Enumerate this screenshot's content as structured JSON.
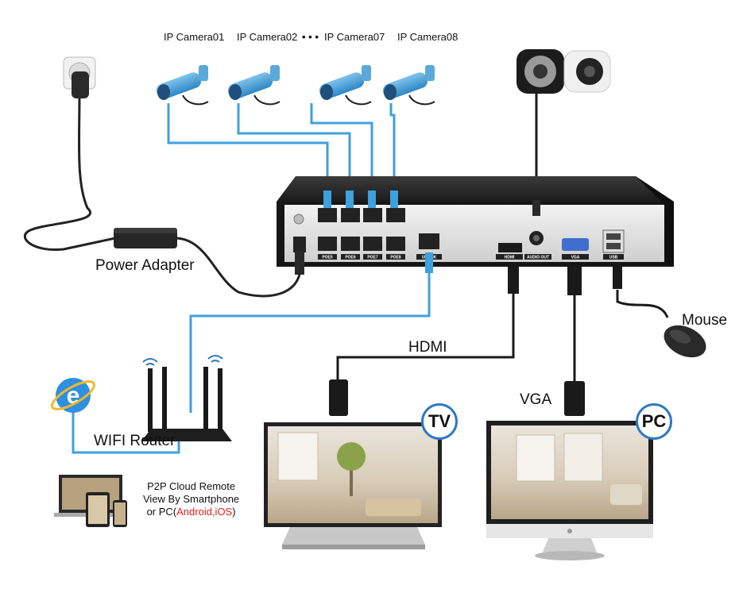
{
  "cameras": [
    {
      "label": "IP Camera01"
    },
    {
      "label": "IP Camera02"
    },
    {
      "label": "IP Camera07"
    },
    {
      "label": "IP Camera08"
    }
  ],
  "camera_ellipsis": "• • •",
  "labels": {
    "power_adapter": "Power Adapter",
    "hdmi": "HDMI",
    "vga": "VGA",
    "mouse": "Mouse",
    "wifi_router": "WIFI Router",
    "tv_badge": "TV",
    "pc_badge": "PC"
  },
  "p2p": {
    "line1": "P2P Cloud Remote",
    "line2": "View By Smartphone",
    "line3_prefix": "or PC(",
    "line3_highlight": "Android,iOS",
    "line3_suffix": ")"
  },
  "nvr_ports": {
    "poe_bottom": [
      "POE5",
      "POE6",
      "POE7",
      "POE8"
    ],
    "uplink": "UPLINK",
    "hdmi": "HDMI",
    "audio_out": "AUDIO OUT",
    "vga": "VGA",
    "usb": "USB"
  },
  "colors": {
    "cable_blue": "#3ea0dc",
    "badge_blue": "#2f79c2",
    "nvr_body": "#2a2a2a",
    "highlight_red": "#e0201b"
  }
}
